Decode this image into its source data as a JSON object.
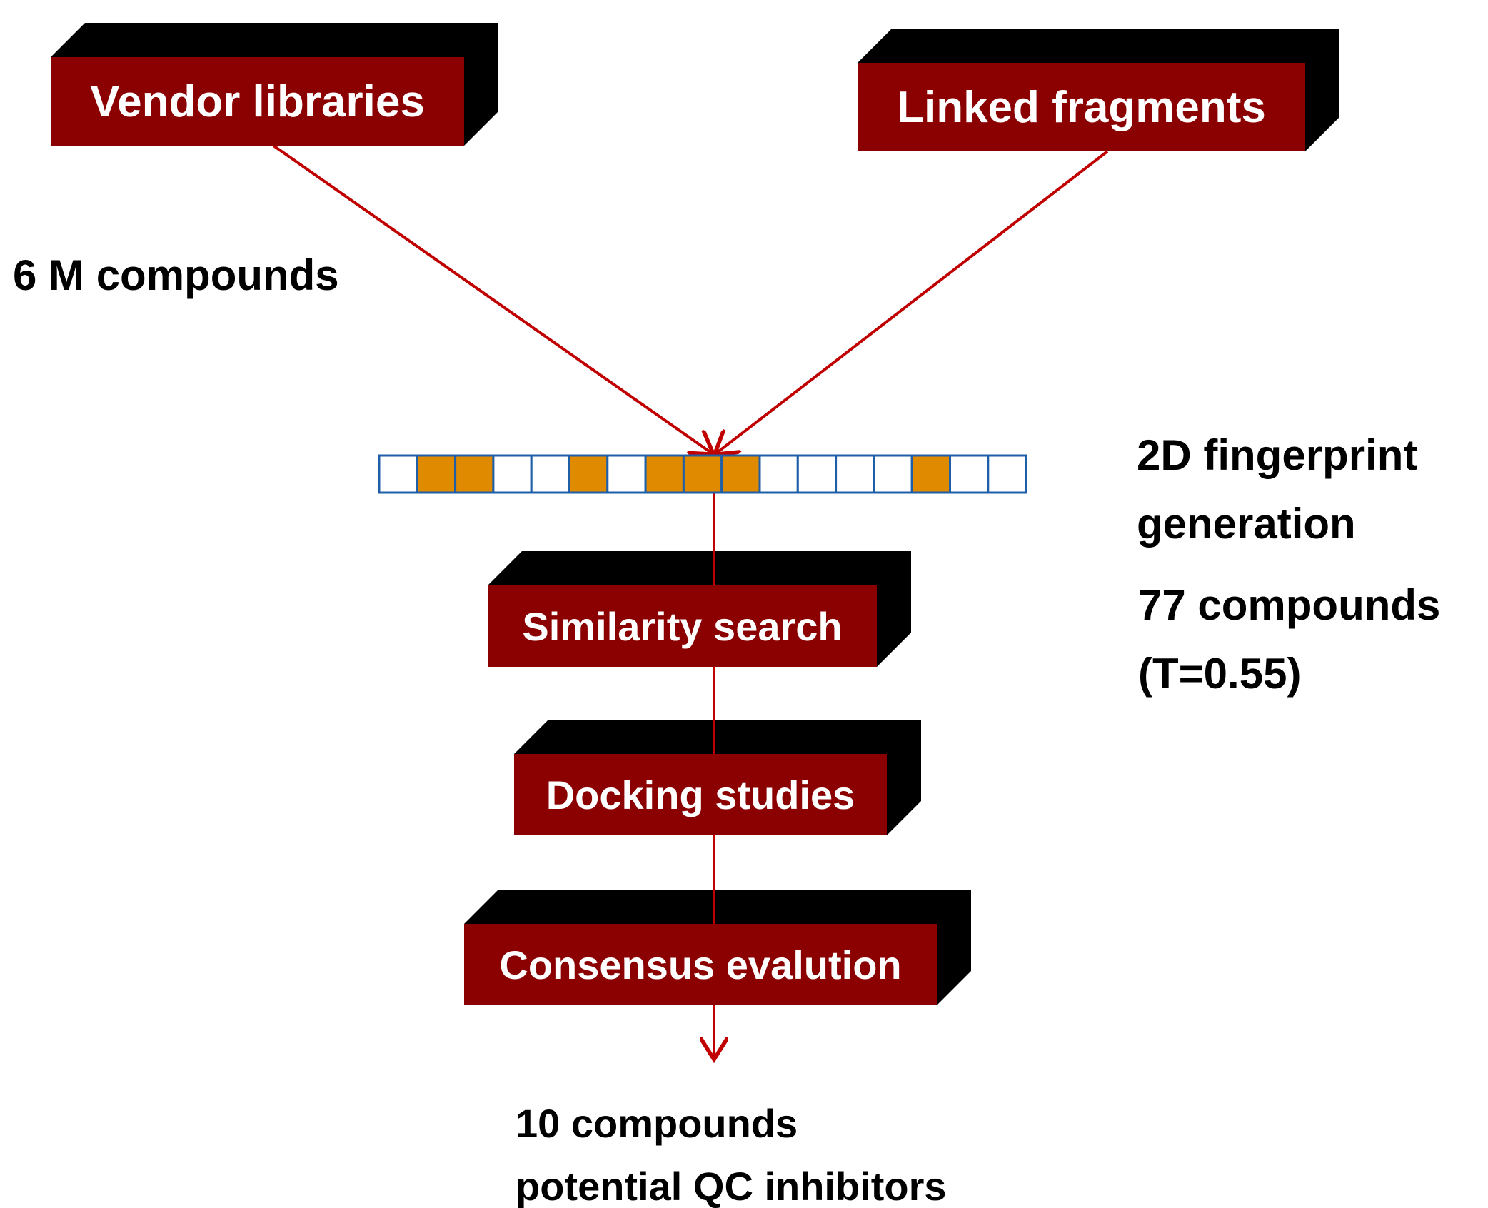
{
  "colors": {
    "box_fill": "#8B0000",
    "box_shadow": "#000000",
    "arrow": "#C00000",
    "bit_on": "#E08A00",
    "bit_off": "#FFFFFF",
    "bit_border": "#1F5FA8",
    "text": "#000000"
  },
  "boxes": {
    "vendor": "Vendor libraries",
    "linked": "Linked fragments",
    "similarity": "Similarity search",
    "docking": "Docking studies",
    "consensus": "Consensus evalution"
  },
  "notes": {
    "source_count": "6 M compounds",
    "fingerprint_line1": "2D fingerprint",
    "fingerprint_line2": "generation",
    "similarity_count": "77 compounds",
    "threshold": "(T=0.55)",
    "result_line1": "10 compounds",
    "result_line2": "potential QC inhibitors"
  },
  "fingerprint_bits": [
    0,
    1,
    1,
    0,
    0,
    1,
    0,
    1,
    1,
    1,
    0,
    0,
    0,
    0,
    1,
    0,
    0
  ]
}
